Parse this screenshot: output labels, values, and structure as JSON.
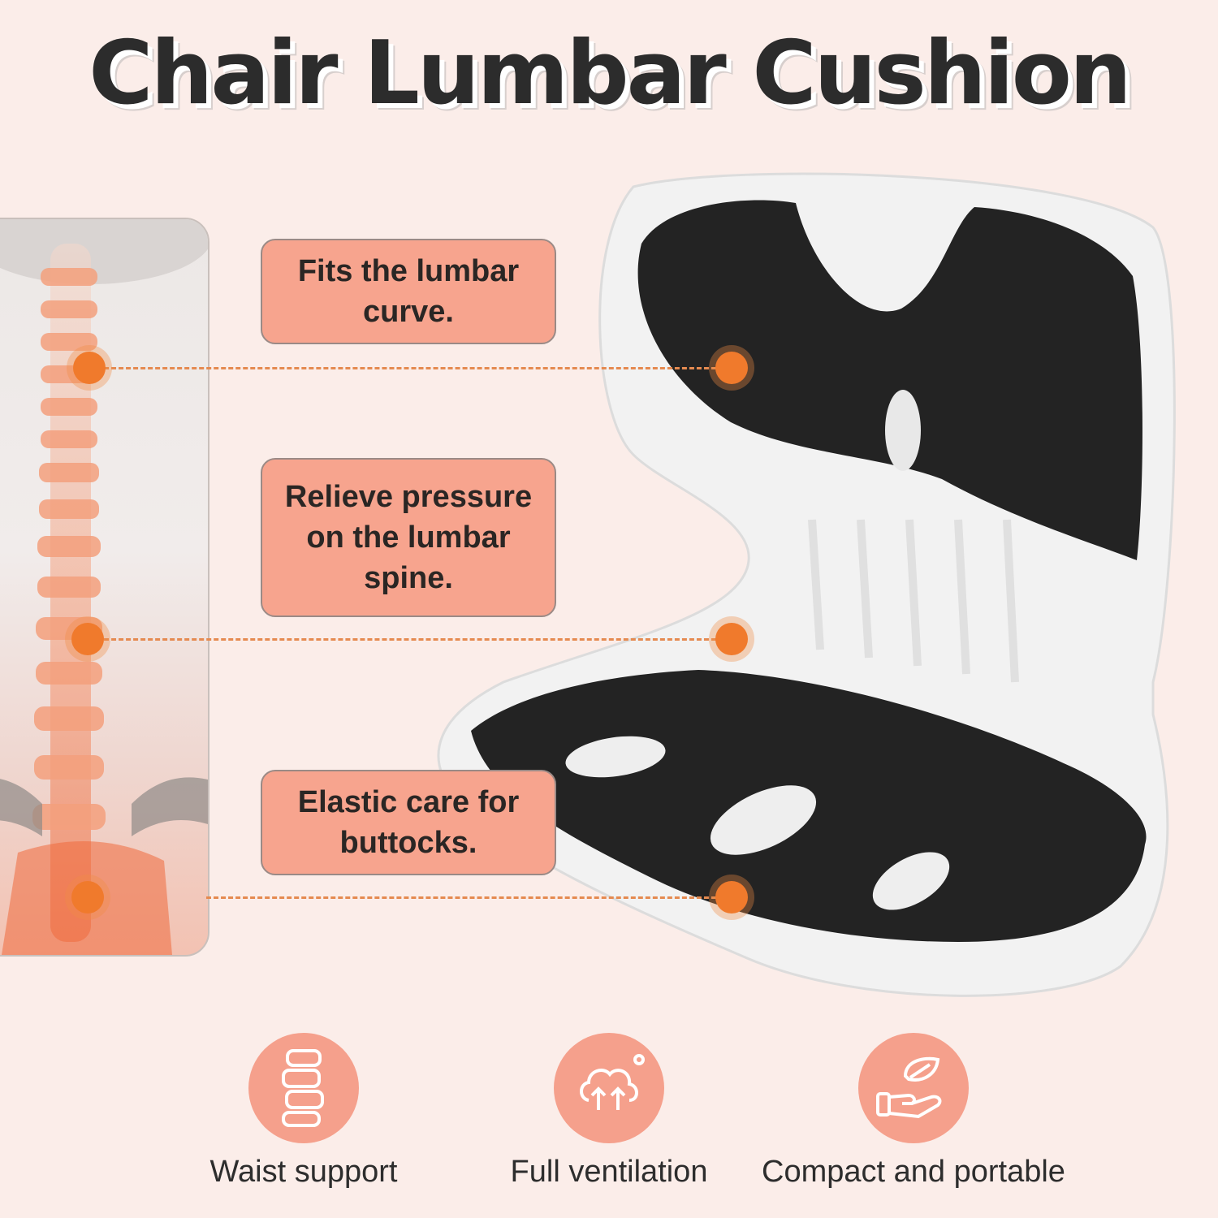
{
  "title": "Chair Lumbar Cushion",
  "callouts": [
    "Fits the lumbar curve.",
    "Relieve pressure on the lumbar spine.",
    "Elastic care for buttocks."
  ],
  "features": [
    {
      "label": "Waist support",
      "icon": "spine-icon"
    },
    {
      "label": "Full ventilation",
      "icon": "airflow-icon"
    },
    {
      "label": "Compact and portable",
      "icon": "hand-leaf-icon"
    }
  ],
  "colors": {
    "background": "#fbede9",
    "accent": "#f7a48e",
    "marker": "#f07a2c",
    "cushion_pad": "#232323",
    "cushion_shell": "#f2f2f2"
  }
}
